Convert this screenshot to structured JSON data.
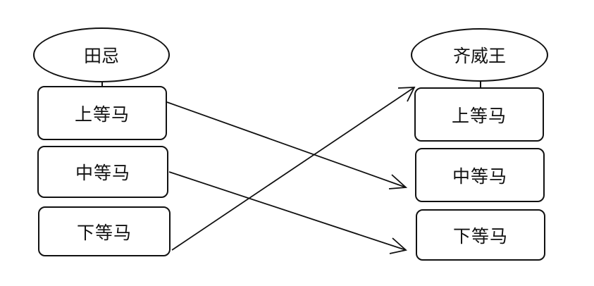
{
  "left_side": {
    "owner": "田忌",
    "horses": [
      "上等马",
      "中等马",
      "下等马"
    ]
  },
  "right_side": {
    "owner": "齐威王",
    "horses": [
      "上等马",
      "中等马",
      "下等马"
    ]
  },
  "matches": [
    {
      "from": "左侧上等马",
      "to": "右侧中等马"
    },
    {
      "from": "左侧中等马",
      "to": "右侧下等马"
    },
    {
      "from": "左侧下等马",
      "to": "右侧上等马"
    }
  ]
}
